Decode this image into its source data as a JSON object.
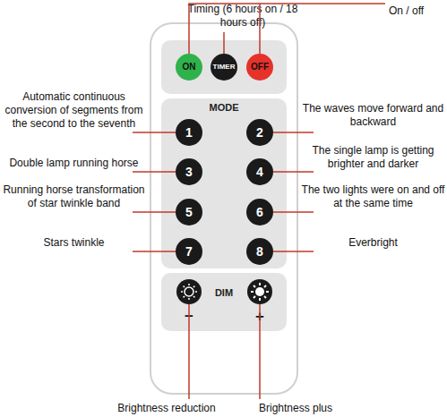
{
  "diagram": {
    "nodes": [
      {
        "text": [
          "ON"
        ]
      },
      {
        "text": [
          "TIMER"
        ]
      },
      {
        "text": [
          "OFF"
        ]
      },
      {
        "text": [
          "MODE"
        ]
      },
      {
        "text": [
          "1"
        ],
        "in": 3
      },
      {
        "text": [
          "2"
        ],
        "in": 3
      },
      {
        "text": [
          "3"
        ],
        "in": 3
      },
      {
        "text": [
          "4"
        ],
        "in": 3
      },
      {
        "text": [
          "5"
        ],
        "in": 3
      },
      {
        "text": [
          "6"
        ],
        "in": 3
      },
      {
        "text": [
          "7"
        ],
        "in": 3
      },
      {
        "text": [
          "8"
        ],
        "in": 3
      },
      {
        "text": [
          "DIM",
          "−",
          "+"
        ]
      }
    ],
    "labels": [
      "On / off",
      "Timing (6 hours on / 18 hours off)",
      "Automatic continuous conversion of segments from the second to the seventh",
      "The waves move forward and backward",
      "Double lamp running horse",
      "The single lamp is getting brighter and darker",
      "Running horse transformation of star twinkle band",
      "The two lights were on and off at the same time",
      "Stars twinkle",
      "Everbright",
      "Brightness reduction",
      "Brightness plus"
    ]
  }
}
